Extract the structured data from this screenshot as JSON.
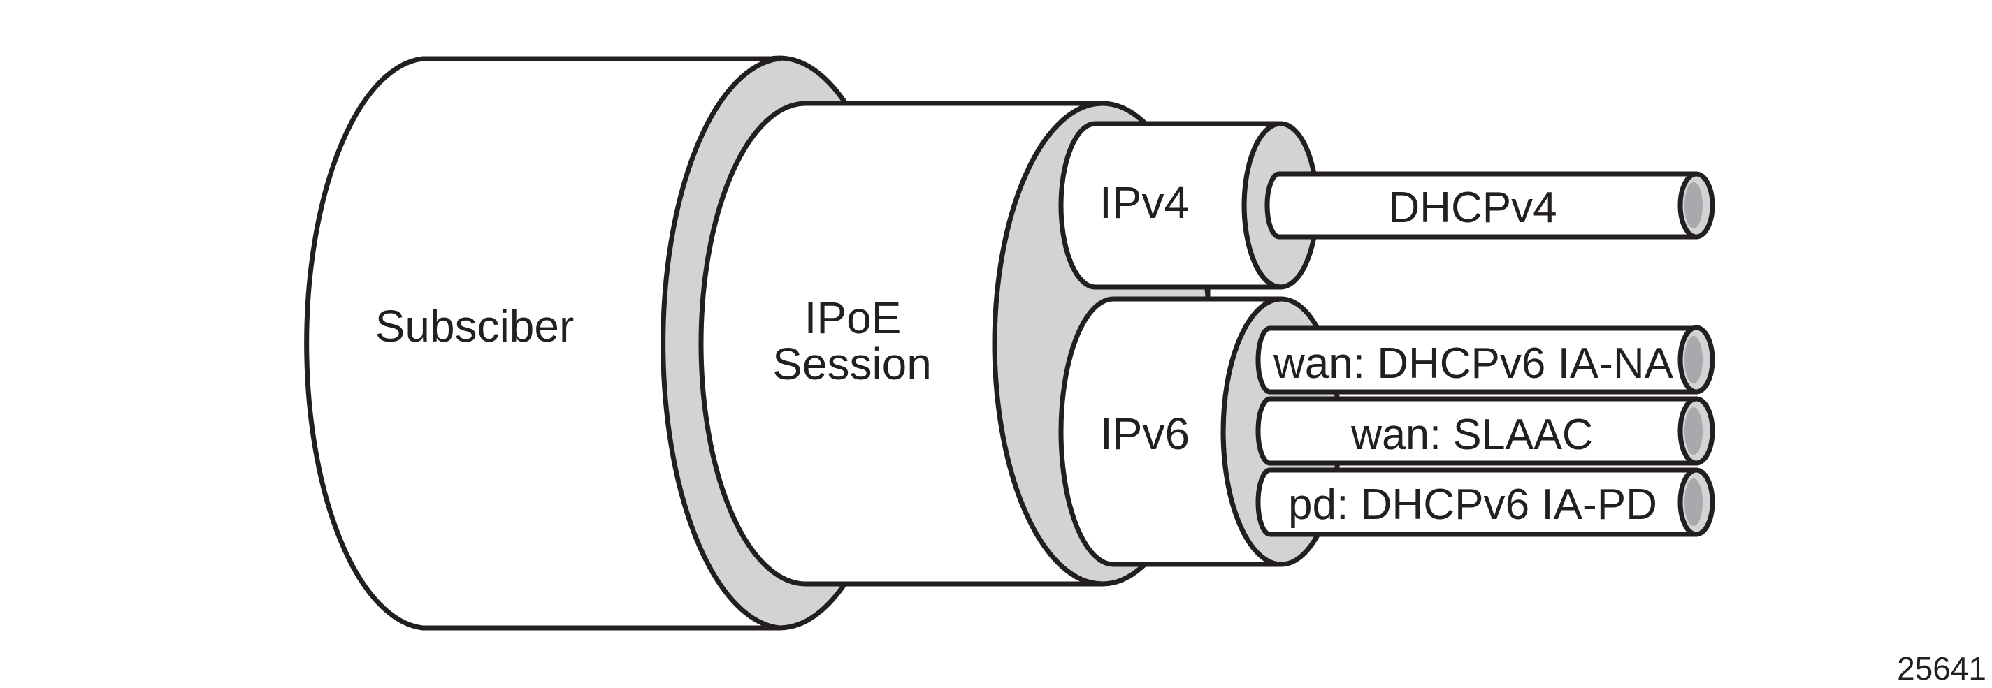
{
  "diagram": {
    "subscriber_label": "Subsciber",
    "session_label_line1": "IPoE",
    "session_label_line2": "Session",
    "ipv4_label": "IPv4",
    "ipv6_label": "IPv6",
    "ipv4_tubes": [
      {
        "label": "DHCPv4"
      }
    ],
    "ipv6_tubes": [
      {
        "label": "wan: DHCPv6 IA-NA"
      },
      {
        "label": "wan: SLAAC"
      },
      {
        "label": "pd: DHCPv6 IA-PD"
      }
    ],
    "figure_number": "25641",
    "colors": {
      "outline": "#231f20",
      "ring_fill": "#d1d3d4",
      "cap_inner": "#a7a9ac",
      "body_fill": "#ffffff"
    }
  }
}
